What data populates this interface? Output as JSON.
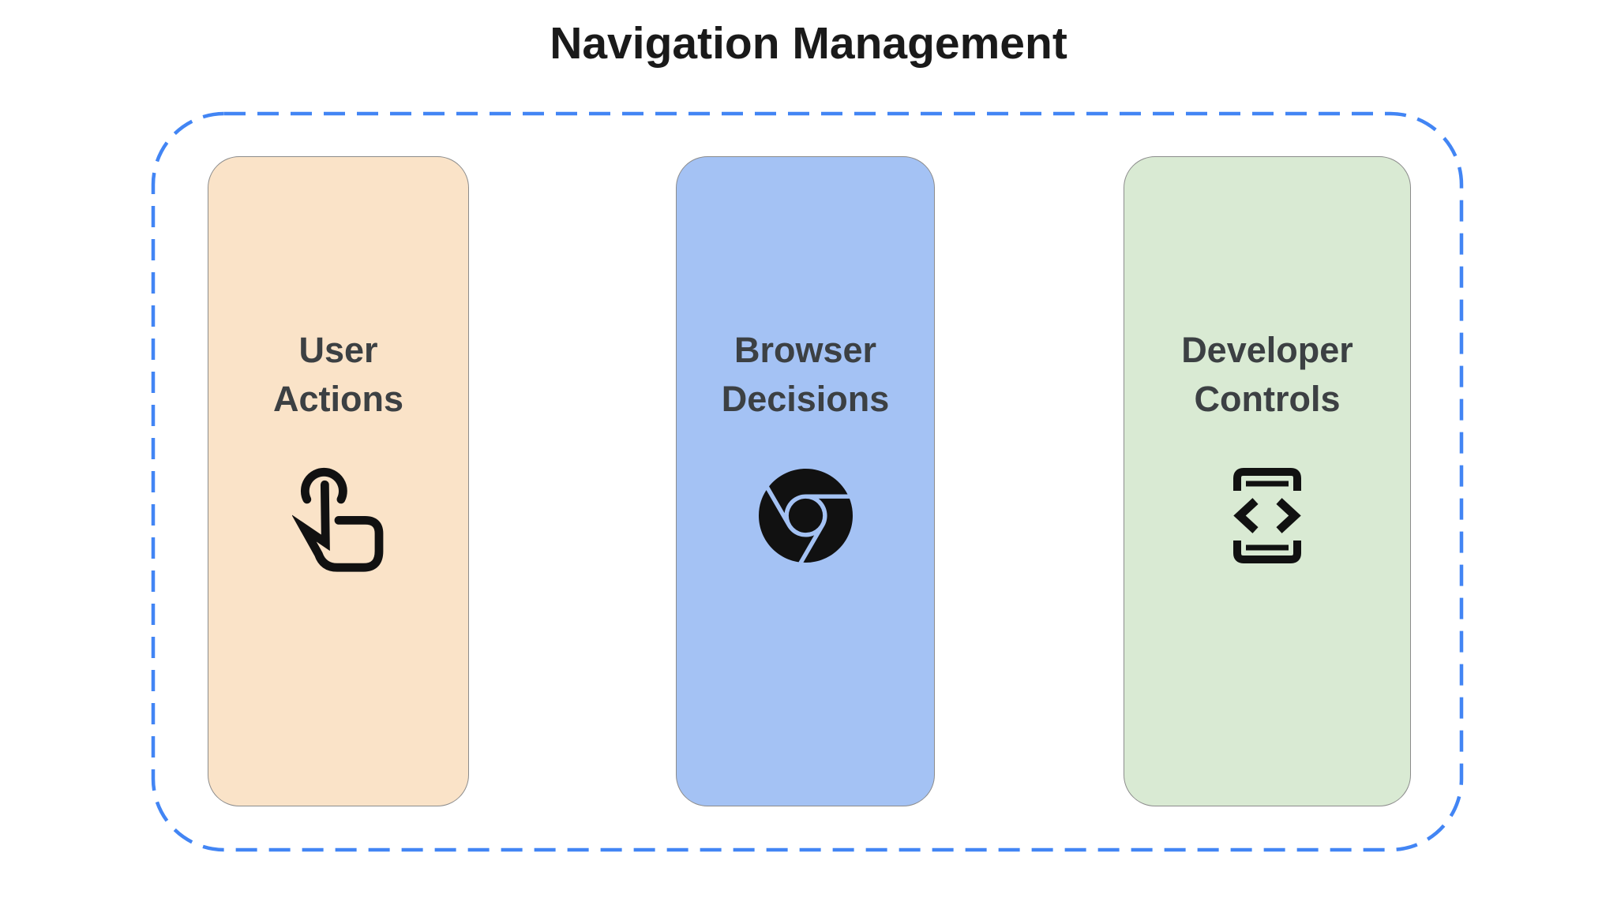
{
  "title": "Navigation Management",
  "diagram": {
    "container": {
      "border_color": "#4285F4",
      "style": "dashed"
    },
    "cards": [
      {
        "label": "User Actions",
        "icon": "touch-gesture-icon",
        "bg": "#FAE3C8"
      },
      {
        "label": "Browser Decisions",
        "icon": "chrome-browser-icon",
        "bg": "#A4C2F4"
      },
      {
        "label": "Developer Controls",
        "icon": "developer-mode-icon",
        "bg": "#D9EAD3"
      }
    ]
  },
  "colors": {
    "background": "#FFFFFF",
    "title_text": "#1A1A1A",
    "card_text": "#3C4043",
    "card_border": "#8C8C8C",
    "icon": "#111111",
    "dashed_border": "#4285F4"
  }
}
